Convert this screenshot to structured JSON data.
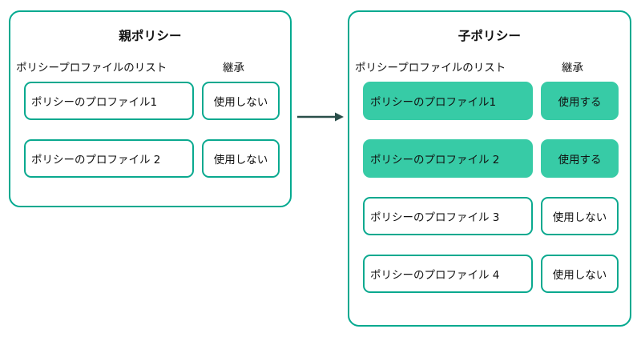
{
  "diagram": {
    "title_semantic": "policy-profile-inheritance-diagram",
    "accent_color": "#00a98f",
    "filled_color": "#37cba6",
    "text_color": "#111111",
    "arrow_color": "#2a4f4a",
    "background": "#ffffff"
  },
  "panels": [
    {
      "id": "parent",
      "title": "親ポリシー",
      "columns": {
        "profiles": "ポリシープロファイルのリスト",
        "inherit": "継承"
      },
      "rows": [
        {
          "profile": "ポリシーのプロファイル1",
          "inherit": "使用しない",
          "highlighted": false
        },
        {
          "profile": "ポリシーのプロファイル 2",
          "inherit": "使用しない",
          "highlighted": false
        }
      ]
    },
    {
      "id": "child",
      "title": "子ポリシー",
      "columns": {
        "profiles": "ポリシープロファイルのリスト",
        "inherit": "継承"
      },
      "rows": [
        {
          "profile": "ポリシーのプロファイル1",
          "inherit": "使用する",
          "highlighted": true
        },
        {
          "profile": "ポリシーのプロファイル 2",
          "inherit": "使用する",
          "highlighted": true
        },
        {
          "profile": "ポリシーのプロファイル 3",
          "inherit": "使用しない",
          "highlighted": false
        },
        {
          "profile": "ポリシーのプロファイル 4",
          "inherit": "使用しない",
          "highlighted": false
        }
      ]
    }
  ],
  "connector": {
    "icon": "arrow-right-icon",
    "from": "parent",
    "to": "child",
    "label": ""
  }
}
